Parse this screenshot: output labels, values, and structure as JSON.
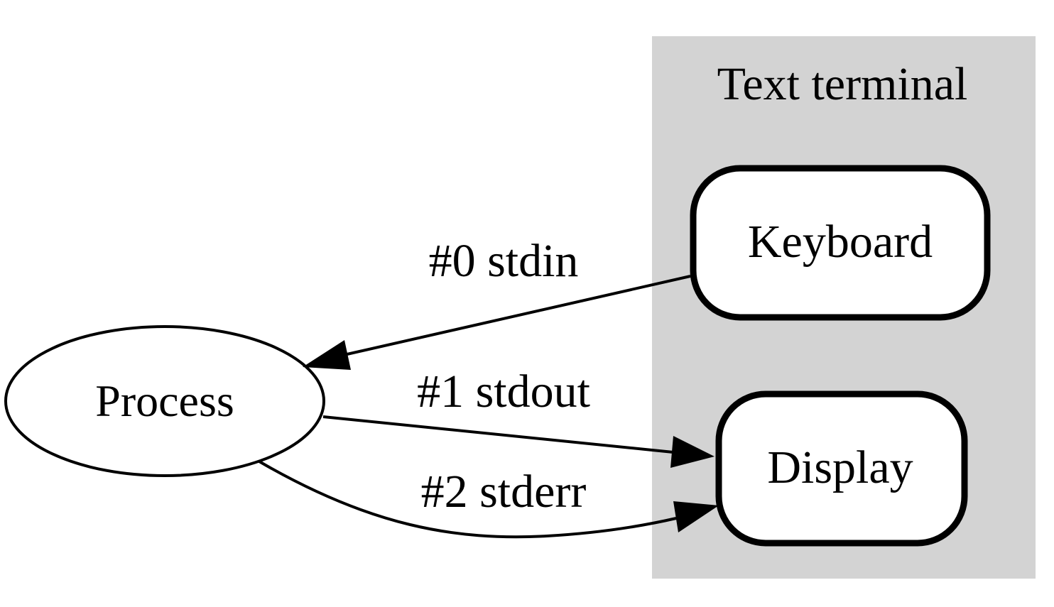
{
  "cluster": {
    "label": "Text terminal",
    "fill": "#d3d3d3"
  },
  "nodes": {
    "process": "Process",
    "keyboard": "Keyboard",
    "display": "Display"
  },
  "edges": {
    "stdin": "#0 stdin",
    "stdout": "#1 stdout",
    "stderr": "#2 stderr"
  },
  "colors": {
    "stroke": "#000000",
    "node_fill": "#ffffff",
    "background": "#ffffff"
  }
}
